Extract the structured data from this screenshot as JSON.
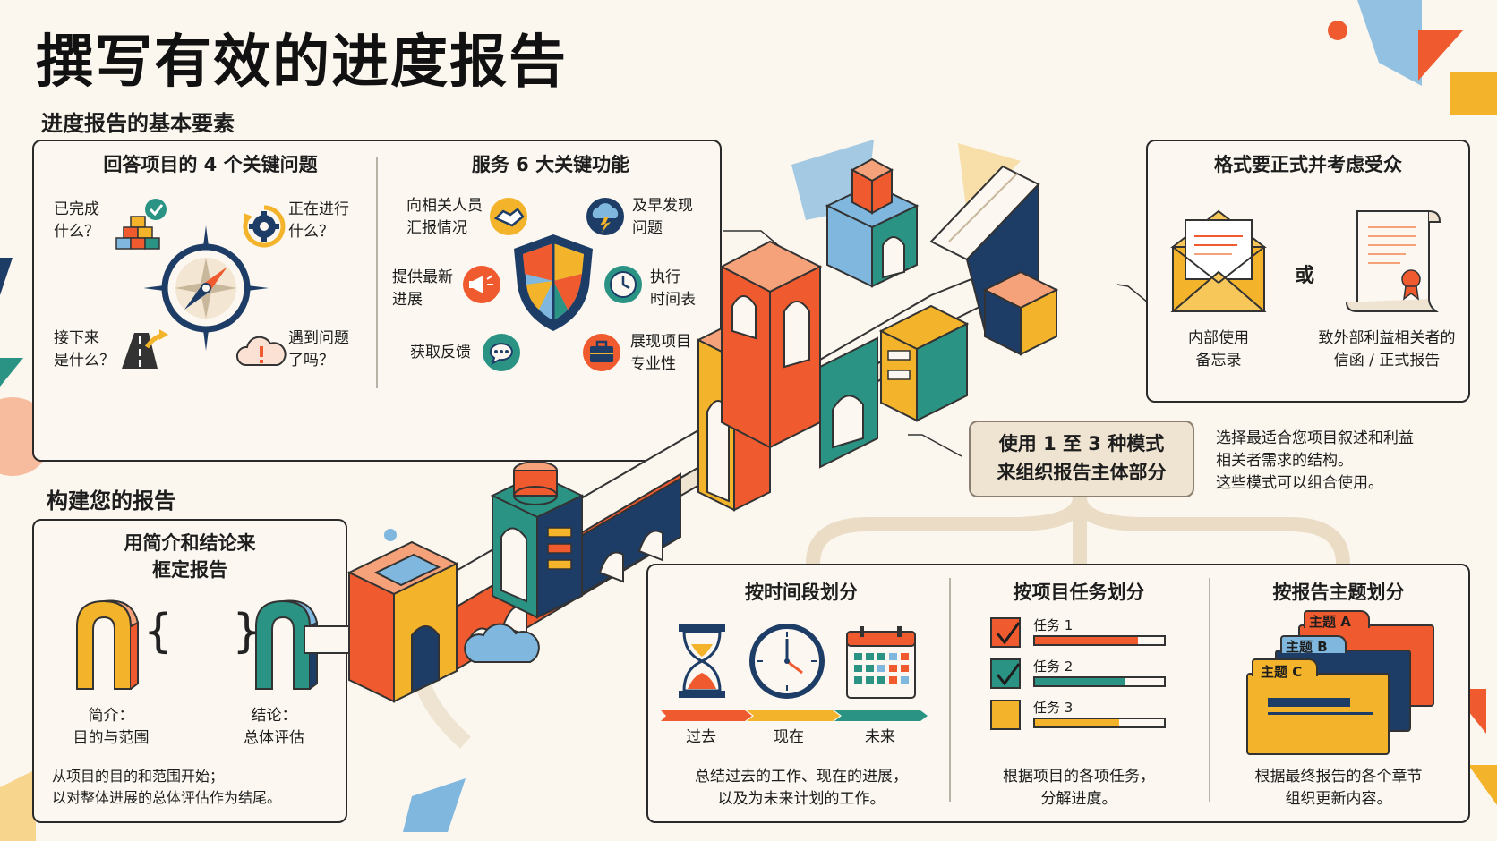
{
  "title": "撰写有效的进度报告",
  "section1": "进度报告的基本要素",
  "section2": "构建您的报告",
  "questions": {
    "title": "回答项目的 4 个关键问题",
    "completed": [
      "已完成",
      "什么？"
    ],
    "ongoing": [
      "正在进行",
      "什么？"
    ],
    "next": [
      "接下来",
      "是什么？"
    ],
    "issues": [
      "遇到问题",
      "了吗？"
    ]
  },
  "functions": {
    "title": "服务 6 大关键功能",
    "report": [
      "向相关人员",
      "汇报情况"
    ],
    "early": [
      "及早发现",
      "问题"
    ],
    "update": [
      "提供最新",
      "进展"
    ],
    "schedule": [
      "执行",
      "时间表"
    ],
    "feedback": [
      "获取反馈"
    ],
    "professional": [
      "展现项目",
      "专业性"
    ]
  },
  "format": {
    "title": "格式要正式并考虑受众",
    "or": "或",
    "internal": [
      "内部使用",
      "备忘录"
    ],
    "external": [
      "致外部利益相关者的",
      "信函 / 正式报告"
    ]
  },
  "framing": {
    "title": [
      "用简介和结论来",
      "框定报告"
    ],
    "braces": "{    }",
    "intro": [
      "简介：",
      "目的与范围"
    ],
    "conclusion": [
      "结论：",
      "总体评估"
    ],
    "desc": [
      "从项目的目的和范围开始；",
      "以对整体进展的总体评估作为结尾。"
    ]
  },
  "patterns": {
    "box": [
      "使用 1 至 3 种模式",
      "来组织报告主体部分"
    ],
    "note": [
      "选择最适合您项目叙述和利益",
      "相关者需求的结构。",
      "这些模式可以组合使用。"
    ],
    "time": {
      "title": "按时间段划分",
      "past": "过去",
      "now": "现在",
      "future": "未来",
      "desc": [
        "总结过去的工作、现在的进展，",
        "以及为未来计划的工作。"
      ]
    },
    "task": {
      "title": "按项目任务划分",
      "tasks": [
        {
          "label": "任务 1",
          "progress": 0.8
        },
        {
          "label": "任务 2",
          "progress": 0.7
        },
        {
          "label": "任务 3",
          "progress": 0.65
        }
      ],
      "desc": [
        "根据项目的各项任务，",
        "分解进度。"
      ]
    },
    "topic": {
      "title": "按报告主题划分",
      "a": "主题 A",
      "b": "主题 B",
      "c": "主题 C",
      "desc": [
        "根据最终报告的各个章节",
        "组织更新内容。"
      ]
    }
  },
  "colors": {
    "orange": "#ef5a2f",
    "yellow": "#f3b42b",
    "teal": "#2a9384",
    "navy": "#1e3d66",
    "blue": "#7fb7de",
    "peach": "#f5a27a"
  }
}
